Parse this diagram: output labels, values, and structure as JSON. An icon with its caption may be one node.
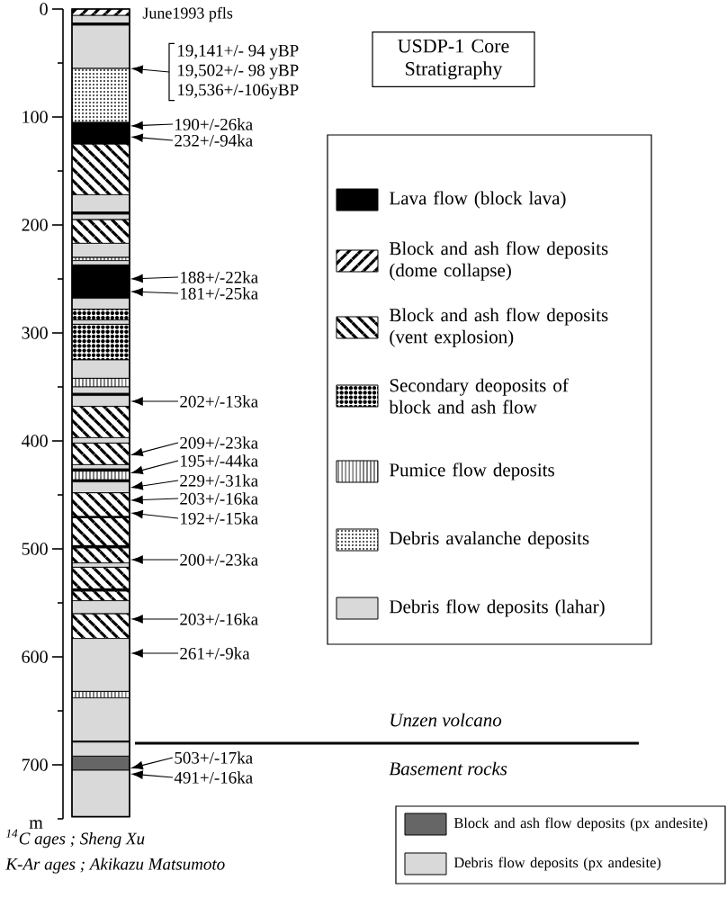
{
  "diagram": {
    "nodes": [
      {
        "text": [
          "USDP-1 Core Stratigraphy"
        ]
      },
      {
        "text": [
          "19,141+/- 94 yBP",
          "19,502+/- 98 yBP",
          "19,536+/-106yBP"
        ]
      },
      {
        "text": [
          "190+/-26ka"
        ]
      },
      {
        "text": [
          "232+/-94ka"
        ]
      },
      {
        "text": [
          "188+/-22ka"
        ]
      },
      {
        "text": [
          "181+/-25ka"
        ]
      },
      {
        "text": [
          "202+/-13ka"
        ]
      },
      {
        "text": [
          "209+/-23ka"
        ]
      },
      {
        "text": [
          "195+/-44ka"
        ]
      },
      {
        "text": [
          "229+/-31ka"
        ]
      },
      {
        "text": [
          "203+/-16ka"
        ]
      },
      {
        "text": [
          "192+/-15ka"
        ]
      },
      {
        "text": [
          "200+/-23ka"
        ]
      },
      {
        "text": [
          "203+/-16ka"
        ]
      },
      {
        "text": [
          "261+/-9ka"
        ]
      },
      {
        "text": [
          "503+/-17ka"
        ]
      },
      {
        "text": [
          "491+/-16ka"
        ]
      },
      {
        "text": [],
        "shape": "bar"
      }
    ],
    "edges": [
      {
        "from": 1,
        "to": 17,
        "arrow": "to"
      },
      {
        "from": 2,
        "to": 17,
        "arrow": "to"
      },
      {
        "from": 3,
        "to": 17,
        "arrow": "to"
      },
      {
        "from": 4,
        "to": 17,
        "arrow": "to"
      },
      {
        "from": 5,
        "to": 17,
        "arrow": "to"
      },
      {
        "from": 6,
        "to": 17,
        "arrow": "to"
      },
      {
        "from": 7,
        "to": 17,
        "arrow": "to"
      },
      {
        "from": 8,
        "to": 17,
        "arrow": "to"
      },
      {
        "from": 9,
        "to": 17,
        "arrow": "to"
      },
      {
        "from": 10,
        "to": 17,
        "arrow": "to"
      },
      {
        "from": 11,
        "to": 17,
        "arrow": "to"
      },
      {
        "from": 12,
        "to": 17,
        "arrow": "to"
      },
      {
        "from": 13,
        "to": 17,
        "arrow": "to"
      },
      {
        "from": 14,
        "to": 17,
        "arrow": "to"
      },
      {
        "from": 15,
        "to": 17,
        "arrow": "to"
      },
      {
        "from": 16,
        "to": 17,
        "arrow": "to"
      }
    ],
    "labels": [
      "0",
      "100",
      "200",
      "300",
      "400",
      "500",
      "600",
      "700",
      "m",
      "June1993 pfls",
      "Unzen volcano",
      "Basement rocks",
      "$^{14}$C ages ; Sheng Xu",
      "K-Ar ages ; Akikazu Matsumoto"
    ],
    "legend": [
      {
        "text": "Lava flow (block lava)",
        "color": "#000000"
      },
      {
        "text": "Block and ash flow deposits (dome collapse)"
      },
      {
        "text": "Block and ash flow deposits (vent explosion)"
      },
      {
        "text": "Secondary deoposits of block and ash flow"
      },
      {
        "text": "Pumice flow deposits"
      },
      {
        "text": "Debris avalanche deposits"
      },
      {
        "text": "Debris flow deposits (lahar)",
        "color": "#d9d9d9"
      },
      {
        "text": "Block and ash flow deposits (px andesite)",
        "color": "#666666"
      },
      {
        "text": "Debris flow deposits (px andesite)",
        "color": "#d9d9d9"
      }
    ]
  }
}
